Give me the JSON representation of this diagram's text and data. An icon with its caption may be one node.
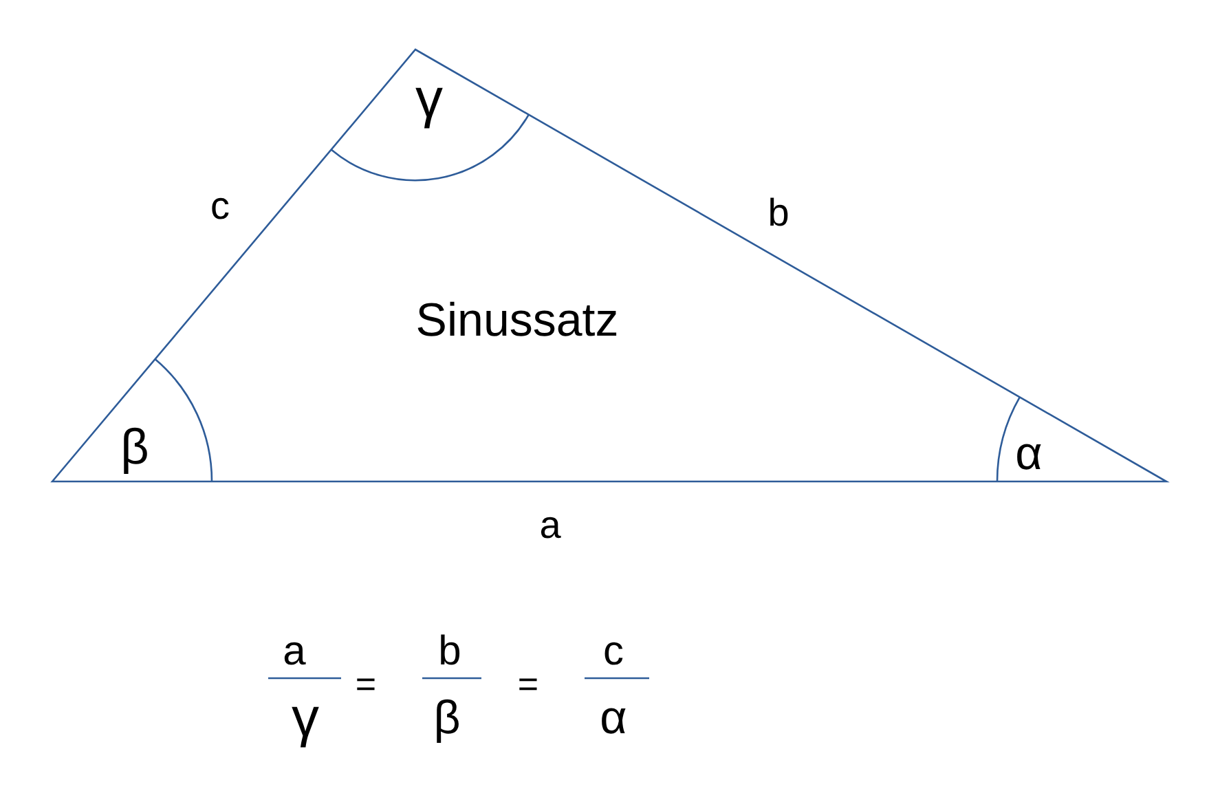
{
  "diagram": {
    "labels": [
      "γ",
      "c",
      "b",
      "Sinussatz",
      "β",
      "α",
      "a",
      "a",
      "γ",
      "=",
      "b",
      "β",
      "=",
      "c",
      "α"
    ]
  }
}
